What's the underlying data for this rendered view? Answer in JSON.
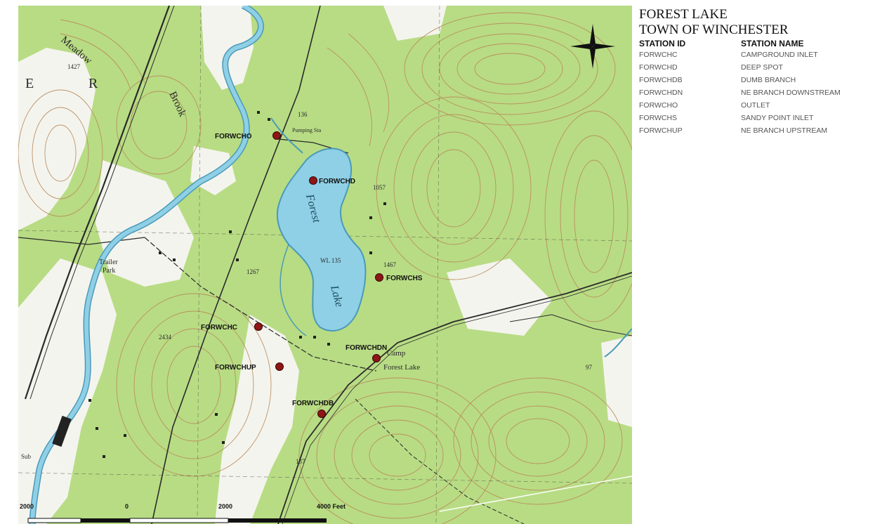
{
  "legend": {
    "title_line1": "FOREST LAKE",
    "title_line2": "TOWN OF WINCHESTER",
    "header_id": "STATION ID",
    "header_name": "STATION NAME",
    "rows": [
      {
        "id": "FORWCHC",
        "name": "CAMPGROUND INLET"
      },
      {
        "id": "FORWCHD",
        "name": "DEEP SPOT"
      },
      {
        "id": "FORWCHDB",
        "name": "DUMB BRANCH"
      },
      {
        "id": "FORWCHDN",
        "name": "NE BRANCH DOWNSTREAM"
      },
      {
        "id": "FORWCHO",
        "name": "OUTLET"
      },
      {
        "id": "FORWCHS",
        "name": "SANDY POINT INLET"
      },
      {
        "id": "FORWCHUP",
        "name": "NE BRANCH UPSTREAM"
      }
    ]
  },
  "map": {
    "stations": [
      {
        "label": "FORWCHO"
      },
      {
        "label": "FORWCHD"
      },
      {
        "label": "FORWCHS"
      },
      {
        "label": "FORWCHC"
      },
      {
        "label": "FORWCHDN"
      },
      {
        "label": "FORWCHUP"
      },
      {
        "label": "FORWCHDB"
      }
    ],
    "labels": {
      "forest": "Forest",
      "lake": "Lake",
      "water_level": "WL 135",
      "meadow": "Meadow",
      "brook": "Brook",
      "trailer": "Trailer",
      "park": "Park",
      "camp": "Camp",
      "camp_name": "Forest Lake",
      "pumping": "Pumping Sta",
      "grid_e": "E",
      "grid_r": "R",
      "sub": "Sub",
      "elev_136": "136",
      "elev_137": "137",
      "elev_1427": "1427",
      "elev_1267": "1267",
      "elev_1467": "1467",
      "elev_1057": "1057",
      "elev_234": "2434",
      "elev_97": "97"
    },
    "scale": {
      "tick_left": "2000",
      "tick_zero": "0",
      "tick_mid": "2000",
      "tick_right": "4000 Feet"
    },
    "colors": {
      "forest": "#b8dc84",
      "open": "#f4f4ee",
      "water": "#8fd0e6",
      "water_edge": "#4a9ab8",
      "contour": "#b8895a",
      "station": "#8e1616"
    }
  }
}
